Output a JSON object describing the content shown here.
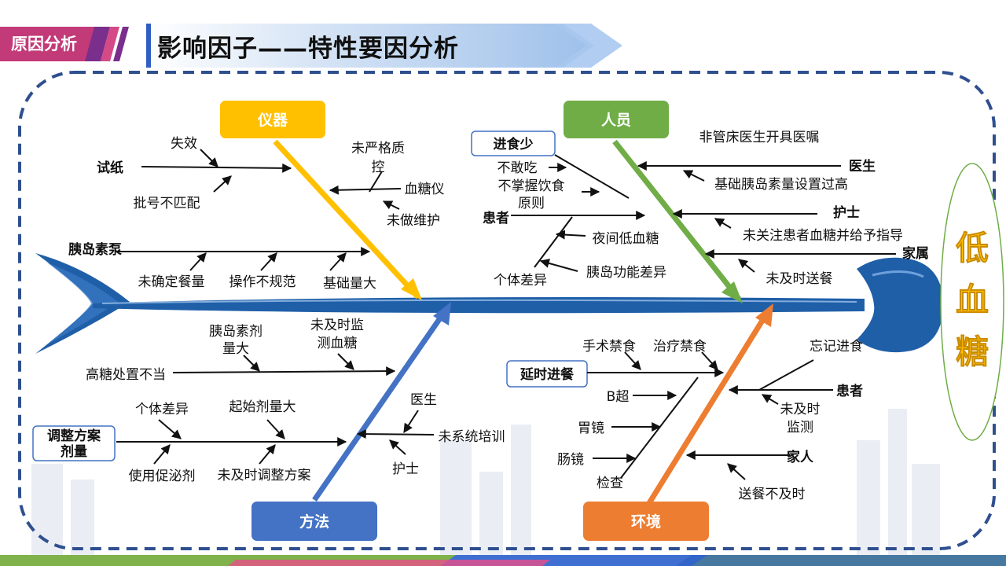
{
  "header": {
    "tag": "原因分析",
    "title": "影响因子——特性要因分析"
  },
  "effect": {
    "text": "低血糖",
    "chars": [
      "低",
      "血",
      "糖"
    ]
  },
  "categories": {
    "instrument": "仪器",
    "personnel": "人员",
    "method": "方法",
    "environment": "环境"
  },
  "colors": {
    "instrument": "#FFC000",
    "personnel": "#70AD47",
    "method": "#4472C4",
    "environment": "#ED7D31",
    "spine": "#1F5FA8",
    "frame": "#2F4F8F",
    "effect_text": "#FFC000"
  },
  "labels": {
    "shixiao": "失效",
    "shizhi": "试纸",
    "pihao": "批号不匹配",
    "weiyange1": "未严格质",
    "weiyange2": "控",
    "xuetangyi": "血糖仪",
    "weizuo": "未做维护",
    "beng": "胰岛素泵",
    "weiqueding": "未确定餐量",
    "caozuo": "操作不规范",
    "jichu": "基础量大",
    "jinshi": "进食少",
    "bugan": "不敢吃",
    "buzhang1": "不掌握饮食",
    "buzhang2": "原则",
    "huanzhe": "患者",
    "yejian": "夜间低血糖",
    "geti_top": "个体差异",
    "gongneng": "胰岛功能差异",
    "feiguan": "非管床医生开具医嘱",
    "yisheng_top": "医生",
    "jichuyi": "基础胰岛素量设置过高",
    "hushi_top": "护士",
    "weiguanzhu": "未关注患者血糖并给予指导",
    "jiashu": "家属",
    "weiji_song": "未及时送餐",
    "yidaosuji1": "胰岛素剂",
    "yidaosuji2": "量大",
    "weiji_jc1": "未及时监",
    "weiji_jc2": "测血糖",
    "gaotang": "高糖处置不当",
    "geti_bot": "个体差异",
    "qishi": "起始剂量大",
    "tiaozheng1": "调整方案",
    "tiaozheng2": "剂量",
    "cujin": "使用促泌剂",
    "weiji_tz": "未及时调整方案",
    "yisheng_bot": "医生",
    "weixitong": "未系统培训",
    "hushi_bot": "护士",
    "shoushu": "手术禁食",
    "zhiliao": "治疗禁食",
    "yanshi": "延时进餐",
    "bchao": "B超",
    "weijing": "胃镜",
    "changjing": "肠镜",
    "jiancha": "检查",
    "wangji": "忘记进食",
    "huanzhe_bot": "患者",
    "weiji_jc3a": "未及时",
    "weiji_jc3b": "监测",
    "jiaren": "家人",
    "songcan": "送餐不及时"
  }
}
